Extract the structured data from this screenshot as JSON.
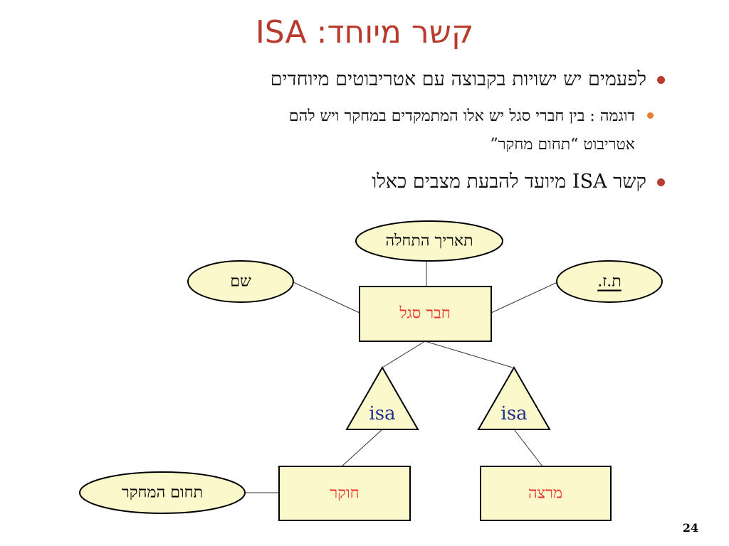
{
  "title": "קשר מיוחד: ISA",
  "bullets": [
    {
      "text": "לפעמים יש ישויות בקבוצה עם אטריבוטים מיוחדים"
    },
    {
      "line1": "דוגמה : בין חברי סגל יש אלו המתמקדים במחקר ויש להם",
      "line2": "אטריבוט “תחום מחקר”"
    },
    {
      "text": "קשר ISA מיועד להבעת מצבים כאלו"
    }
  ],
  "diagram": {
    "entities": {
      "member": "חבר סגל",
      "researcher": "חוקר",
      "lecturer": "מרצה"
    },
    "attributes": {
      "start_date": "תאריך התחלה",
      "name": "שם",
      "id": "ת.ז.",
      "research_field": "תחום המחקר"
    },
    "isa_left": "isa",
    "isa_right": "isa"
  },
  "page_number": "24",
  "colors": {
    "title": "#b83b2e",
    "bullet_main": "#b83b2e",
    "bullet_sub": "#e67e2f",
    "entity_text": "#e8322a",
    "isa_text": "#1f2f8f",
    "shape_fill": "#fbf8cc"
  }
}
